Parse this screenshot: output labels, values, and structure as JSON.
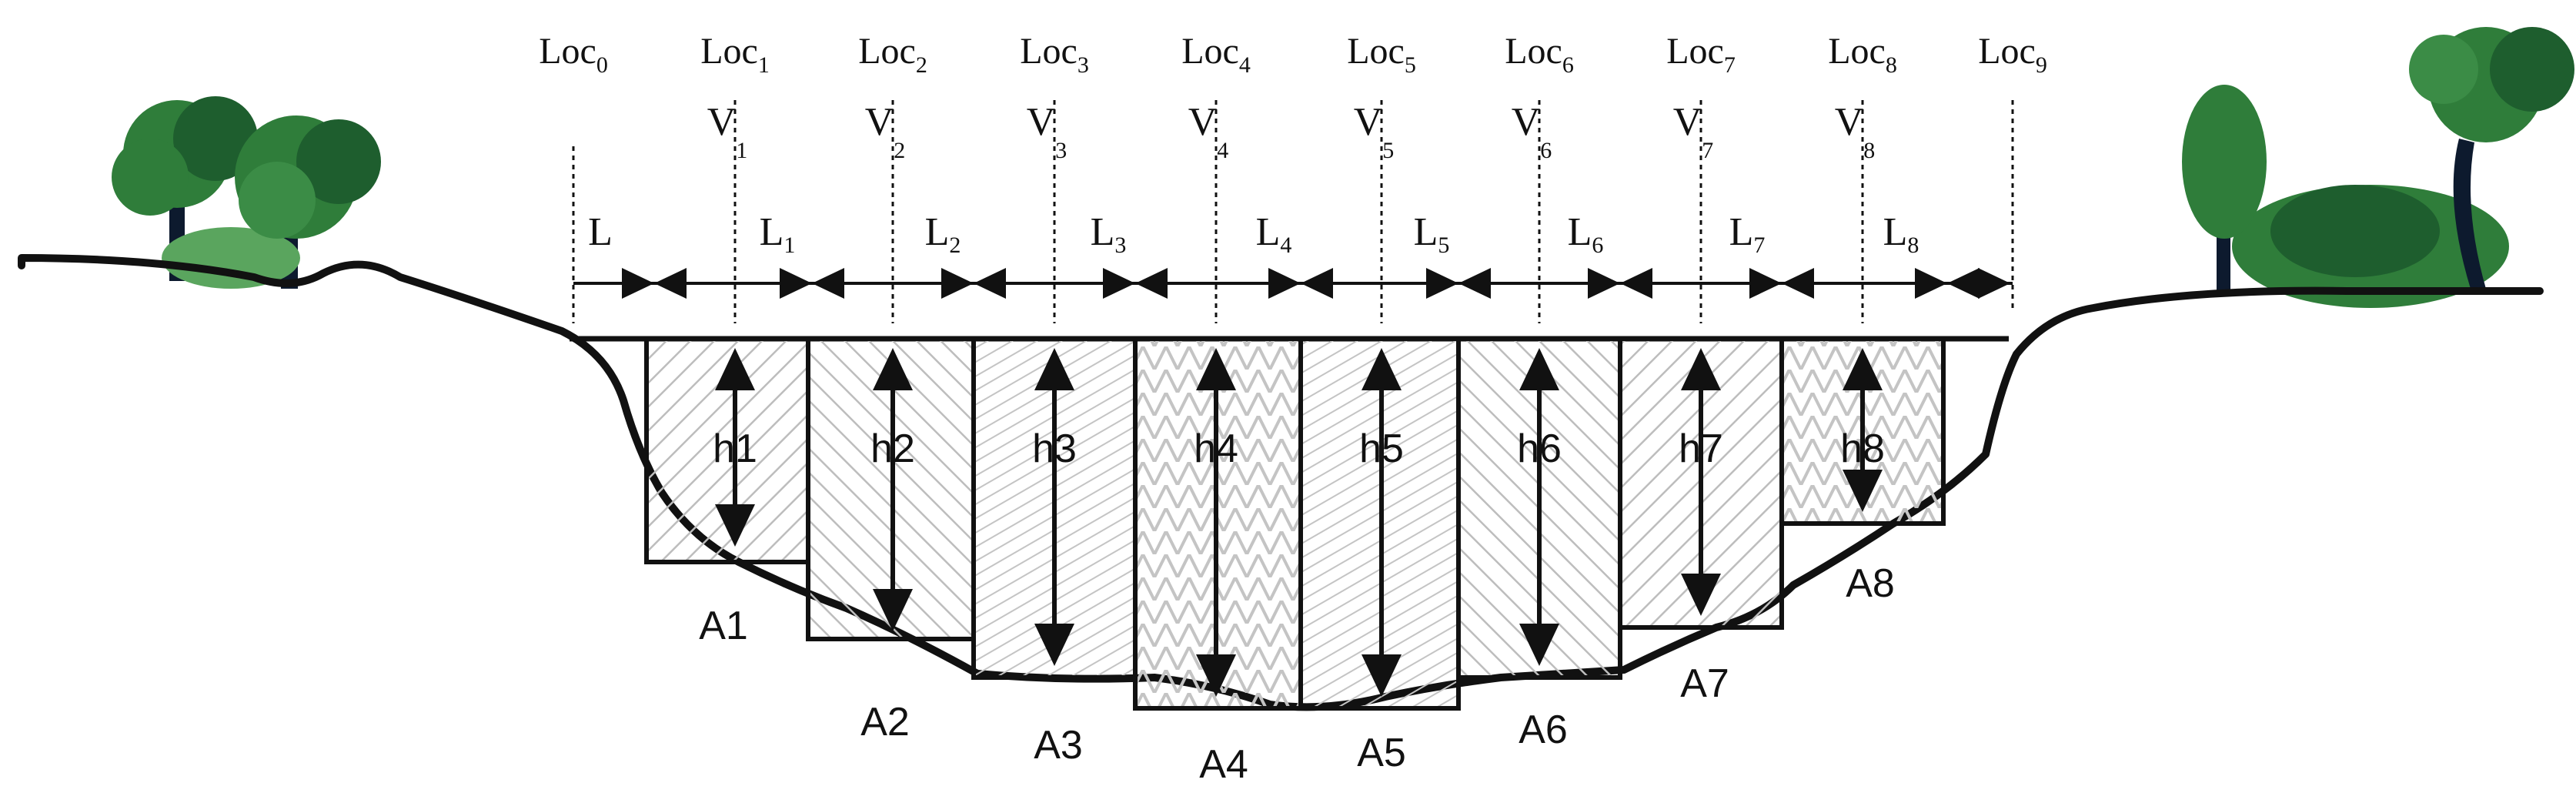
{
  "locations": [
    {
      "label": "Loc",
      "sub": "0"
    },
    {
      "label": "Loc",
      "sub": "1"
    },
    {
      "label": "Loc",
      "sub": "2"
    },
    {
      "label": "Loc",
      "sub": "3"
    },
    {
      "label": "Loc",
      "sub": "4"
    },
    {
      "label": "Loc",
      "sub": "5"
    },
    {
      "label": "Loc",
      "sub": "6"
    },
    {
      "label": "Loc",
      "sub": "7"
    },
    {
      "label": "Loc",
      "sub": "8"
    },
    {
      "label": "Loc",
      "sub": "9"
    }
  ],
  "velocities": [
    {
      "label": "V",
      "sub": "1"
    },
    {
      "label": "V",
      "sub": "2"
    },
    {
      "label": "V",
      "sub": "3"
    },
    {
      "label": "V",
      "sub": "4"
    },
    {
      "label": "V",
      "sub": "5"
    },
    {
      "label": "V",
      "sub": "6"
    },
    {
      "label": "V",
      "sub": "7"
    },
    {
      "label": "V",
      "sub": "8"
    }
  ],
  "lengths": [
    {
      "label": "L",
      "sub": ""
    },
    {
      "label": "L",
      "sub": "1"
    },
    {
      "label": "L",
      "sub": "2"
    },
    {
      "label": "L",
      "sub": "3"
    },
    {
      "label": "L",
      "sub": "4"
    },
    {
      "label": "L",
      "sub": "5"
    },
    {
      "label": "L",
      "sub": "6"
    },
    {
      "label": "L",
      "sub": "7"
    },
    {
      "label": "L",
      "sub": "8"
    }
  ],
  "depths": [
    "h1",
    "h2",
    "h3",
    "h4",
    "h5",
    "h6",
    "h7",
    "h8"
  ],
  "areas": [
    "A1",
    "A2",
    "A3",
    "A4",
    "A5",
    "A6",
    "A7",
    "A8"
  ],
  "colors": {
    "line": "#111111",
    "hatch": "#bdbdbd",
    "tree_dark": "#1e5e2e",
    "tree_mid": "#2f7d3a",
    "tree_light": "#5aa55e",
    "trunk": "#0d1a2e"
  }
}
